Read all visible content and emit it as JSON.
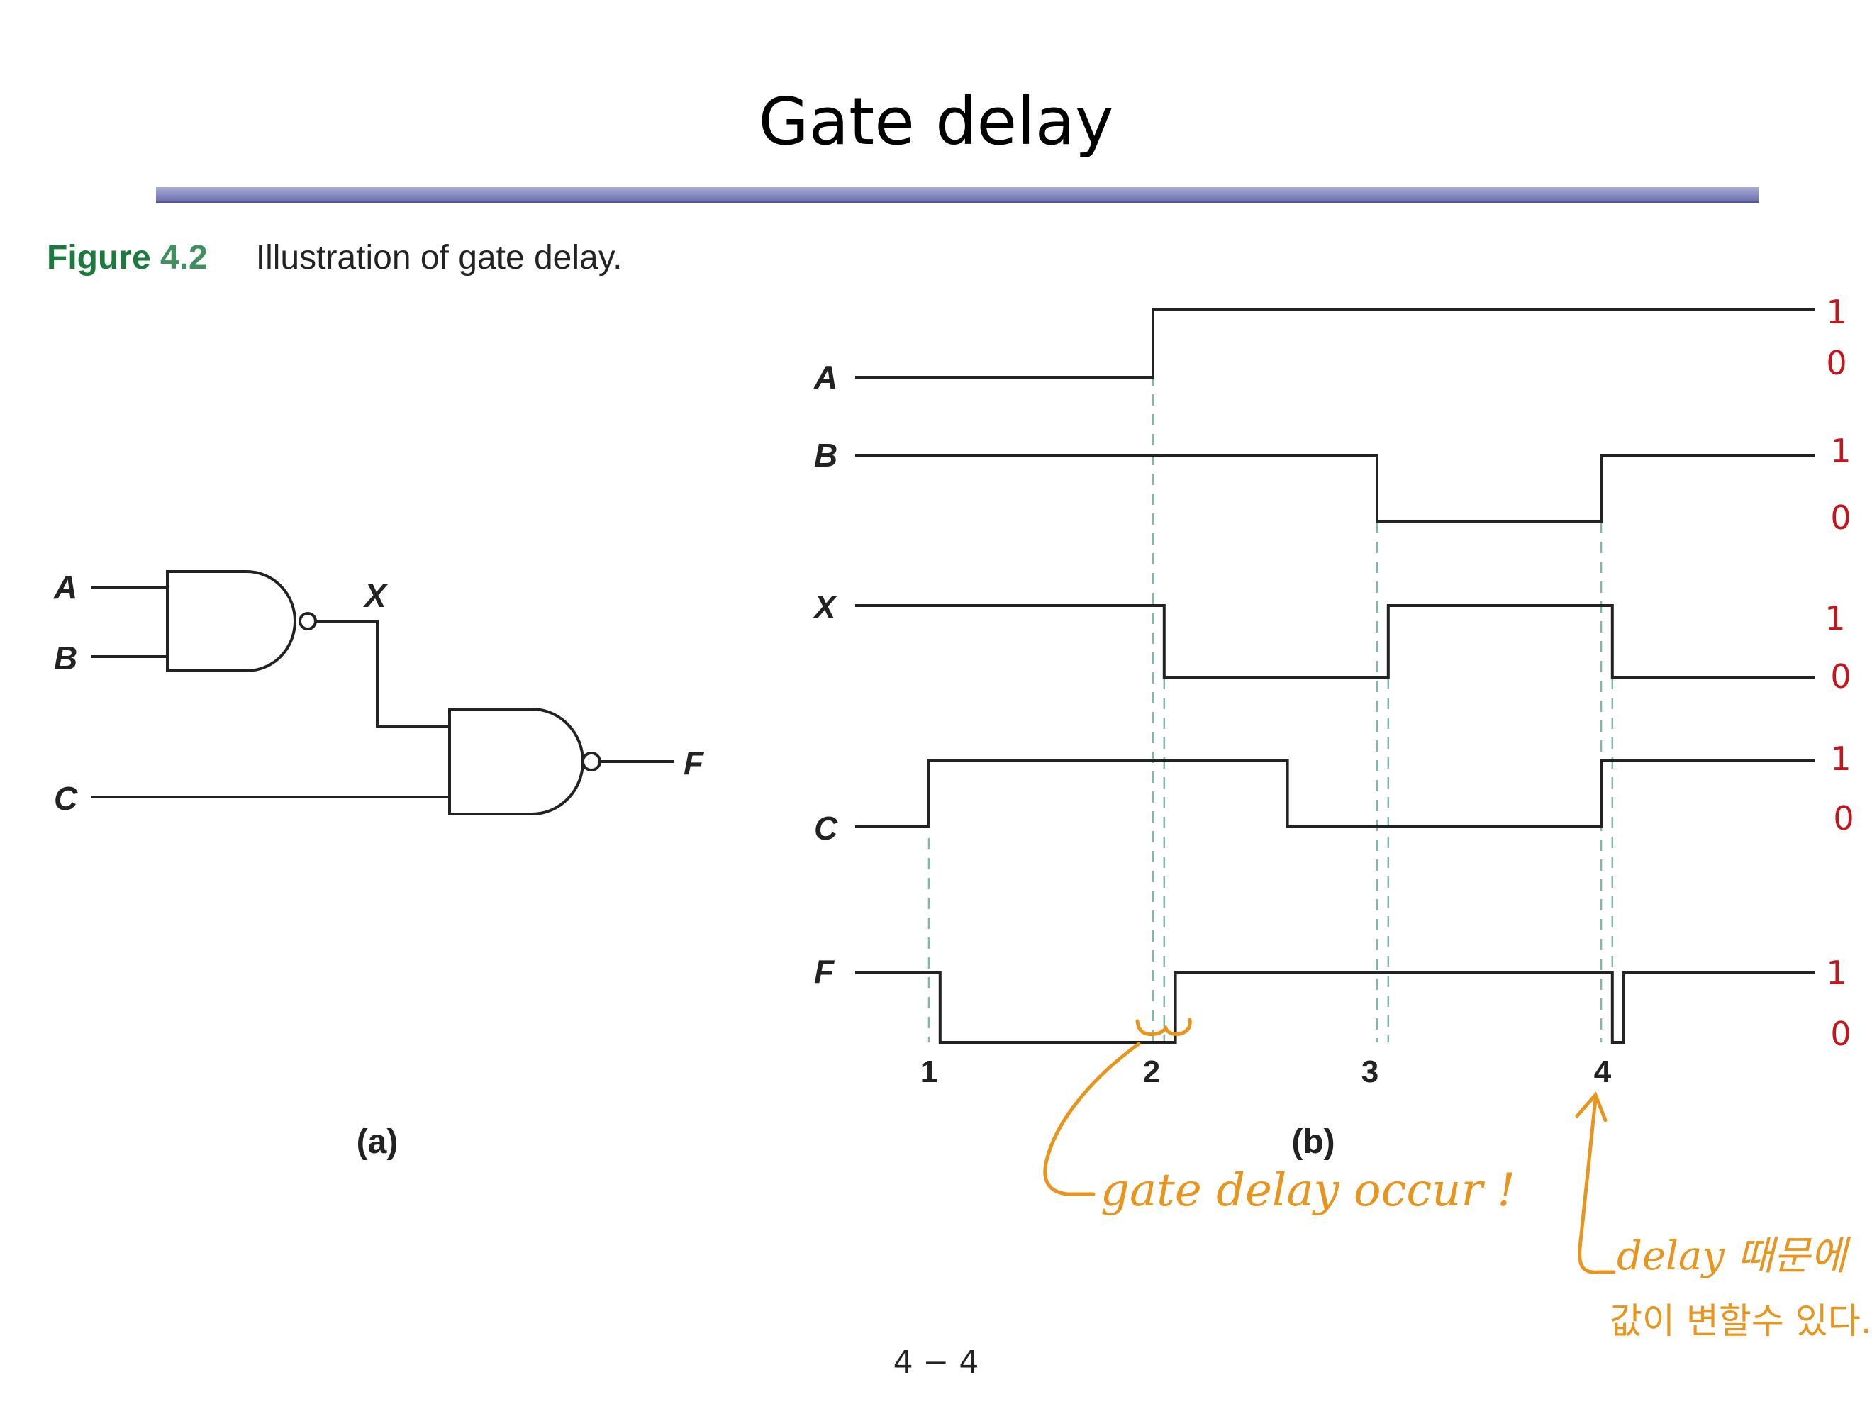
{
  "slide": {
    "title": "Gate delay",
    "page_number": "4 − 4"
  },
  "figure": {
    "label_word": "Figure",
    "label_num": "4.2",
    "caption": "Illustration of gate delay."
  },
  "circuit": {
    "input_a": "A",
    "input_b": "B",
    "input_c": "C",
    "node_x": "X",
    "output_f": "F",
    "sublabel": "(a)"
  },
  "timing": {
    "signals": [
      "A",
      "B",
      "X",
      "C",
      "F"
    ],
    "time_ticks": [
      "1",
      "2",
      "3",
      "4"
    ],
    "sublabel": "(b)",
    "waveforms": {
      "A": [
        [
          0,
          0
        ],
        [
          2,
          1
        ]
      ],
      "B": [
        [
          0,
          1
        ],
        [
          3,
          0
        ],
        [
          4,
          1
        ]
      ],
      "X": [
        [
          0,
          1
        ],
        [
          2.05,
          0
        ],
        [
          3.05,
          1
        ],
        [
          4.05,
          0
        ]
      ],
      "C": [
        [
          0,
          0
        ],
        [
          1,
          1
        ],
        [
          2.6,
          0
        ],
        [
          4,
          1
        ]
      ],
      "F": [
        [
          0,
          1
        ],
        [
          1.05,
          0
        ],
        [
          2.1,
          1
        ],
        [
          4.05,
          0
        ],
        [
          4.1,
          1
        ]
      ]
    }
  },
  "handwriting": {
    "level_marks": [
      {
        "high": "1",
        "low": "0"
      },
      {
        "high": "1",
        "low": "0"
      },
      {
        "high": "1",
        "low": "0"
      },
      {
        "high": "1",
        "low": "0"
      },
      {
        "high": "1",
        "low": "0"
      }
    ],
    "note_gate_delay": "gate delay occur !",
    "note_delay_line1": "delay 때문에",
    "note_delay_line2": "값이 변할수 있다."
  },
  "colors": {
    "signal": "#222222",
    "guide": "#7fb8a6",
    "title_rule": "#8c90c4",
    "figure_label": "#1d7a3e",
    "annot_red": "#c4141c",
    "annot_orange": "#e8951e"
  }
}
